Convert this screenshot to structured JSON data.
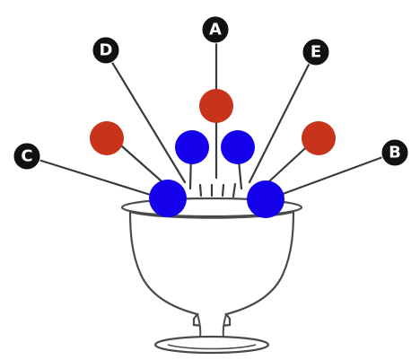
{
  "labels": {
    "a": "A",
    "b": "B",
    "c": "C",
    "d": "D",
    "e": "E"
  },
  "colors": {
    "red_ball": "#c8341b",
    "blue_ball": "#1400ea",
    "line": "#3a3a3a",
    "callout_fill": "#111111",
    "callout_text": "#ffffff",
    "bowl_stroke": "#4a4a4a"
  },
  "icons": {
    "callout_a": "label-a-icon",
    "callout_b": "label-b-icon",
    "callout_c": "label-c-icon",
    "callout_d": "label-d-icon",
    "callout_e": "label-e-icon"
  }
}
